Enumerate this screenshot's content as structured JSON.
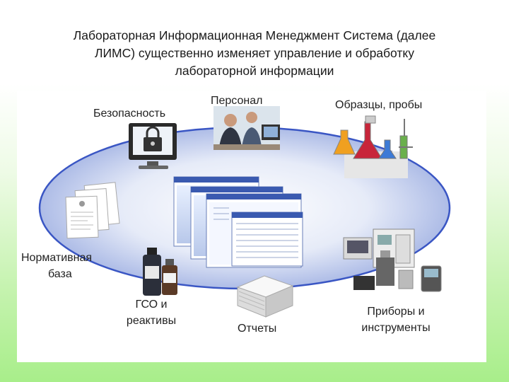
{
  "title_lines": [
    "Лабораторная Информационная Менеджмент Система (далее",
    "ЛИМС) существенно изменяет управление и обработку",
    "лабораторной информации"
  ],
  "labels": {
    "security": "Безопасность",
    "personnel": "Персонал",
    "samples": "Образцы, пробы",
    "normative_1": "Нормативная",
    "normative_2": "база",
    "gso_1": "ГСО и",
    "gso_2": "реактивы",
    "reports": "Отчеты",
    "devices_1": "Приборы и",
    "devices_2": "инструменты"
  },
  "icons": {
    "security": "lock-monitor-icon",
    "personnel": "people-at-computer-icon",
    "samples": "lab-flasks-icon",
    "normative": "documents-stack-icon",
    "gso": "reagent-bottles-icon",
    "reports": "paper-stack-icon",
    "devices": "lab-instruments-icon",
    "center": "software-windows-icon"
  },
  "colors": {
    "ellipse_fill": "#b9c4e8",
    "ellipse_edge": "#3a56c4"
  }
}
